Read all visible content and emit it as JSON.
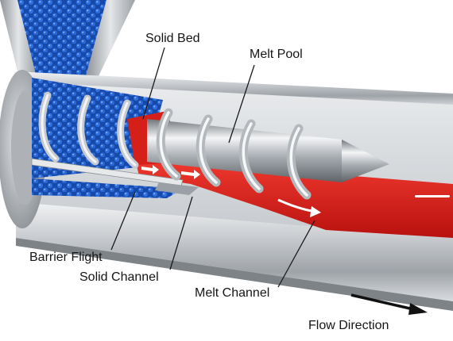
{
  "labels": {
    "solid_bed": "Solid Bed",
    "melt_pool": "Melt Pool",
    "barrier_flight": "Barrier Flight",
    "solid_channel": "Solid Channel",
    "melt_channel": "Melt Channel",
    "flow_direction": "Flow Direction"
  },
  "colors": {
    "pellet_blue": "#1f5fd0",
    "melt_red": "#d91c1c",
    "steel": "#b8bcc0",
    "label_text": "#151515"
  },
  "icons": {
    "flow_arrow": "arrow-right-icon"
  }
}
